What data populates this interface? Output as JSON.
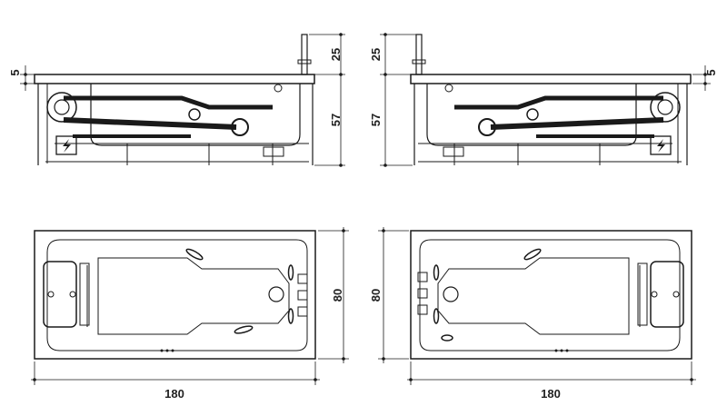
{
  "dimensions": {
    "rim_thickness": "5",
    "faucet_height": "25",
    "tub_height": "57",
    "width": "80",
    "length": "180"
  },
  "colors": {
    "line": "#1a1a1a",
    "background": "#ffffff"
  },
  "views": [
    {
      "id": "side-view-left",
      "type": "side-elevation"
    },
    {
      "id": "side-view-right",
      "type": "side-elevation-mirrored"
    },
    {
      "id": "top-view-left",
      "type": "plan"
    },
    {
      "id": "top-view-right",
      "type": "plan-mirrored"
    }
  ],
  "icons": [
    "electrical-hazard-icon"
  ]
}
